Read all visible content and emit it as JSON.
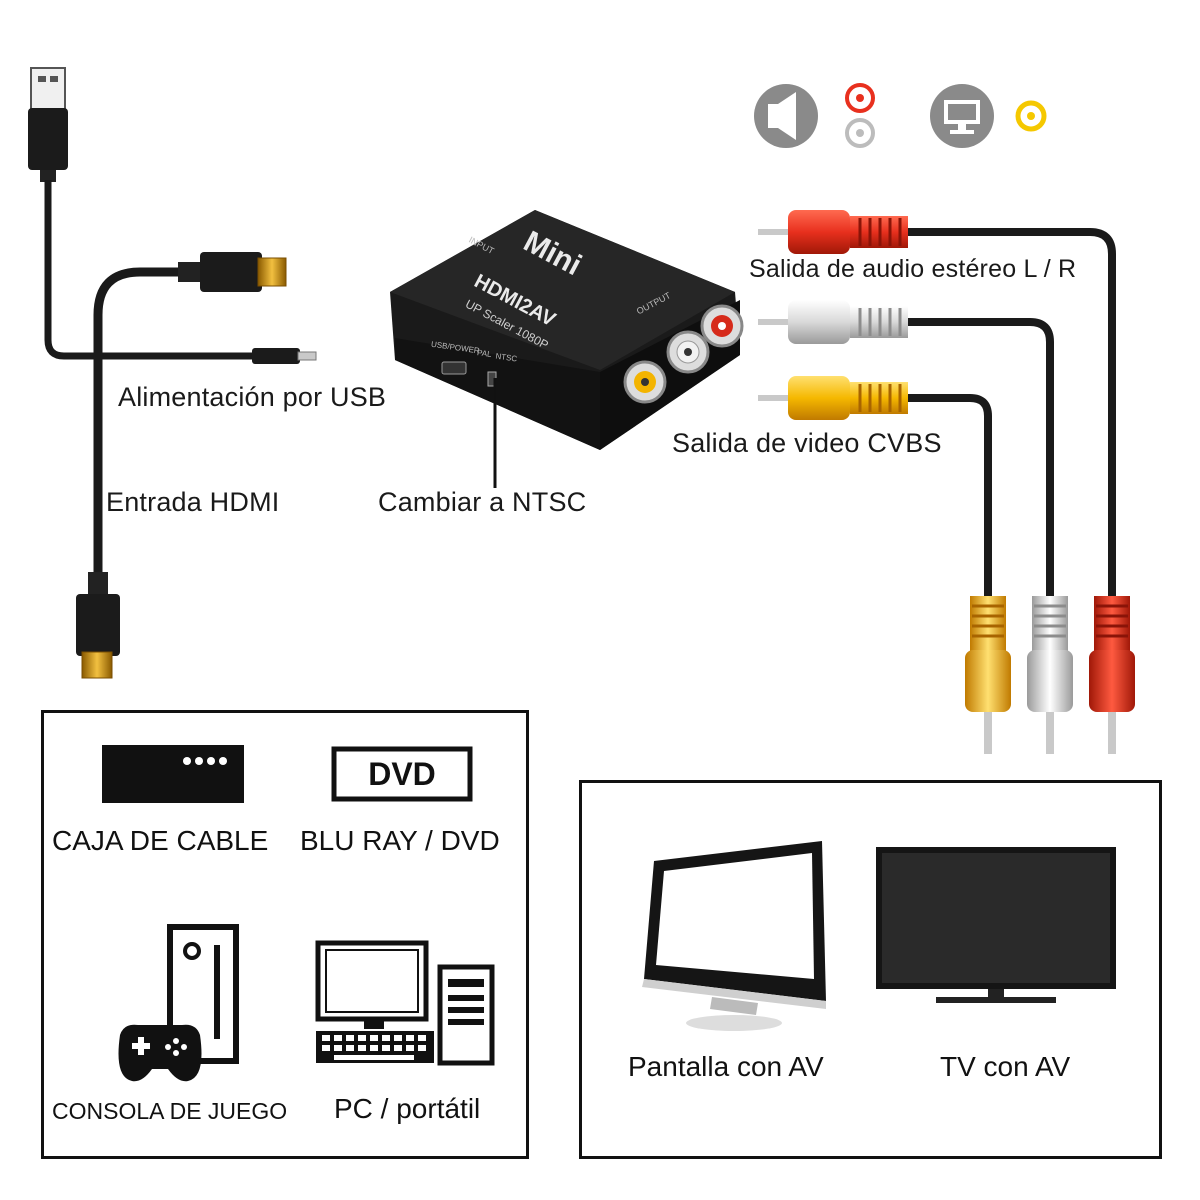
{
  "adapter": {
    "brand": "Mini",
    "model": "HDMI2AV",
    "subtitle": "UP Scaler 1080P",
    "port_labels": {
      "input": "INPUT",
      "output": "OUTPUT",
      "usb": "USB/POWER",
      "pal": "PAL",
      "ntsc": "NTSC"
    }
  },
  "callouts": {
    "usb_power": "Alimentación por USB",
    "hdmi_input": "Entrada HDMI",
    "ntsc_switch": "Cambiar a NTSC",
    "audio_out": "Salida de audio estéreo L / R",
    "video_out": "Salida de video CVBS"
  },
  "legend_icons": [
    "speaker-icon",
    "rca-red-white-icon",
    "monitor-icon",
    "rca-yellow-icon"
  ],
  "sources": {
    "cable_box": "CAJA DE CABLE",
    "dvd_logo": "DVD",
    "bluray": "BLU RAY / DVD",
    "console": "CONSOLA DE JUEGO",
    "pc": "PC / portátil"
  },
  "displays": {
    "monitor": "Pantalla con AV",
    "tv": "TV con AV"
  },
  "colors": {
    "rca_red": "#e8301e",
    "rca_white": "#d9d9d9",
    "rca_yellow": "#f5b800",
    "hdmi_gold": "#d9a520",
    "adapter_body": "#151515",
    "icon_gray": "#8a8a8a"
  }
}
